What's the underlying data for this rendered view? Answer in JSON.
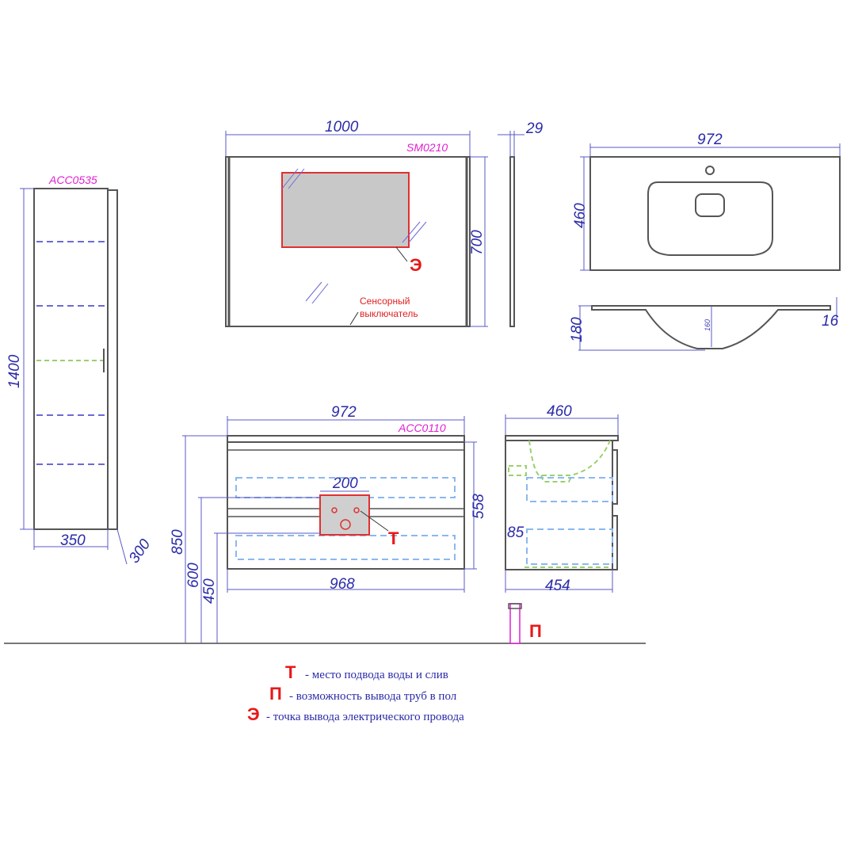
{
  "products": {
    "column": "ACC0535",
    "mirror": "SM0210",
    "vanity": "ACC0110"
  },
  "dimensions": {
    "mirror_width": "1000",
    "mirror_depth": "29",
    "mirror_height": "700",
    "basin_width": "972",
    "basin_depth": "460",
    "basin_height": "180",
    "basin_inner": "160",
    "basin_rim": "16",
    "column_height": "1400",
    "column_width": "350",
    "column_depth": "300",
    "vanity_top_width": "972",
    "vanity_side_depth": "460",
    "vanity_height": "558",
    "service_width": "200",
    "total_height": "850",
    "height_600": "600",
    "height_450": "450",
    "vanity_bottom_width": "968",
    "side_bottom_depth": "454",
    "side_85": "85"
  },
  "markers": {
    "water": "Т",
    "floor": "П",
    "electric": "Э"
  },
  "mirror_switch": {
    "line1": "Сенсорный",
    "line2": "выключатель"
  },
  "legend": [
    {
      "marker": "Т",
      "text": "- место подвода воды и слив"
    },
    {
      "marker": "П",
      "text": "- возможность вывода труб в пол"
    },
    {
      "marker": "Э",
      "text": "-  точка вывода электрического провода"
    }
  ],
  "colors": {
    "dimension": "#2a2aa8",
    "code": "#e020d0",
    "marker": "#e81818"
  }
}
